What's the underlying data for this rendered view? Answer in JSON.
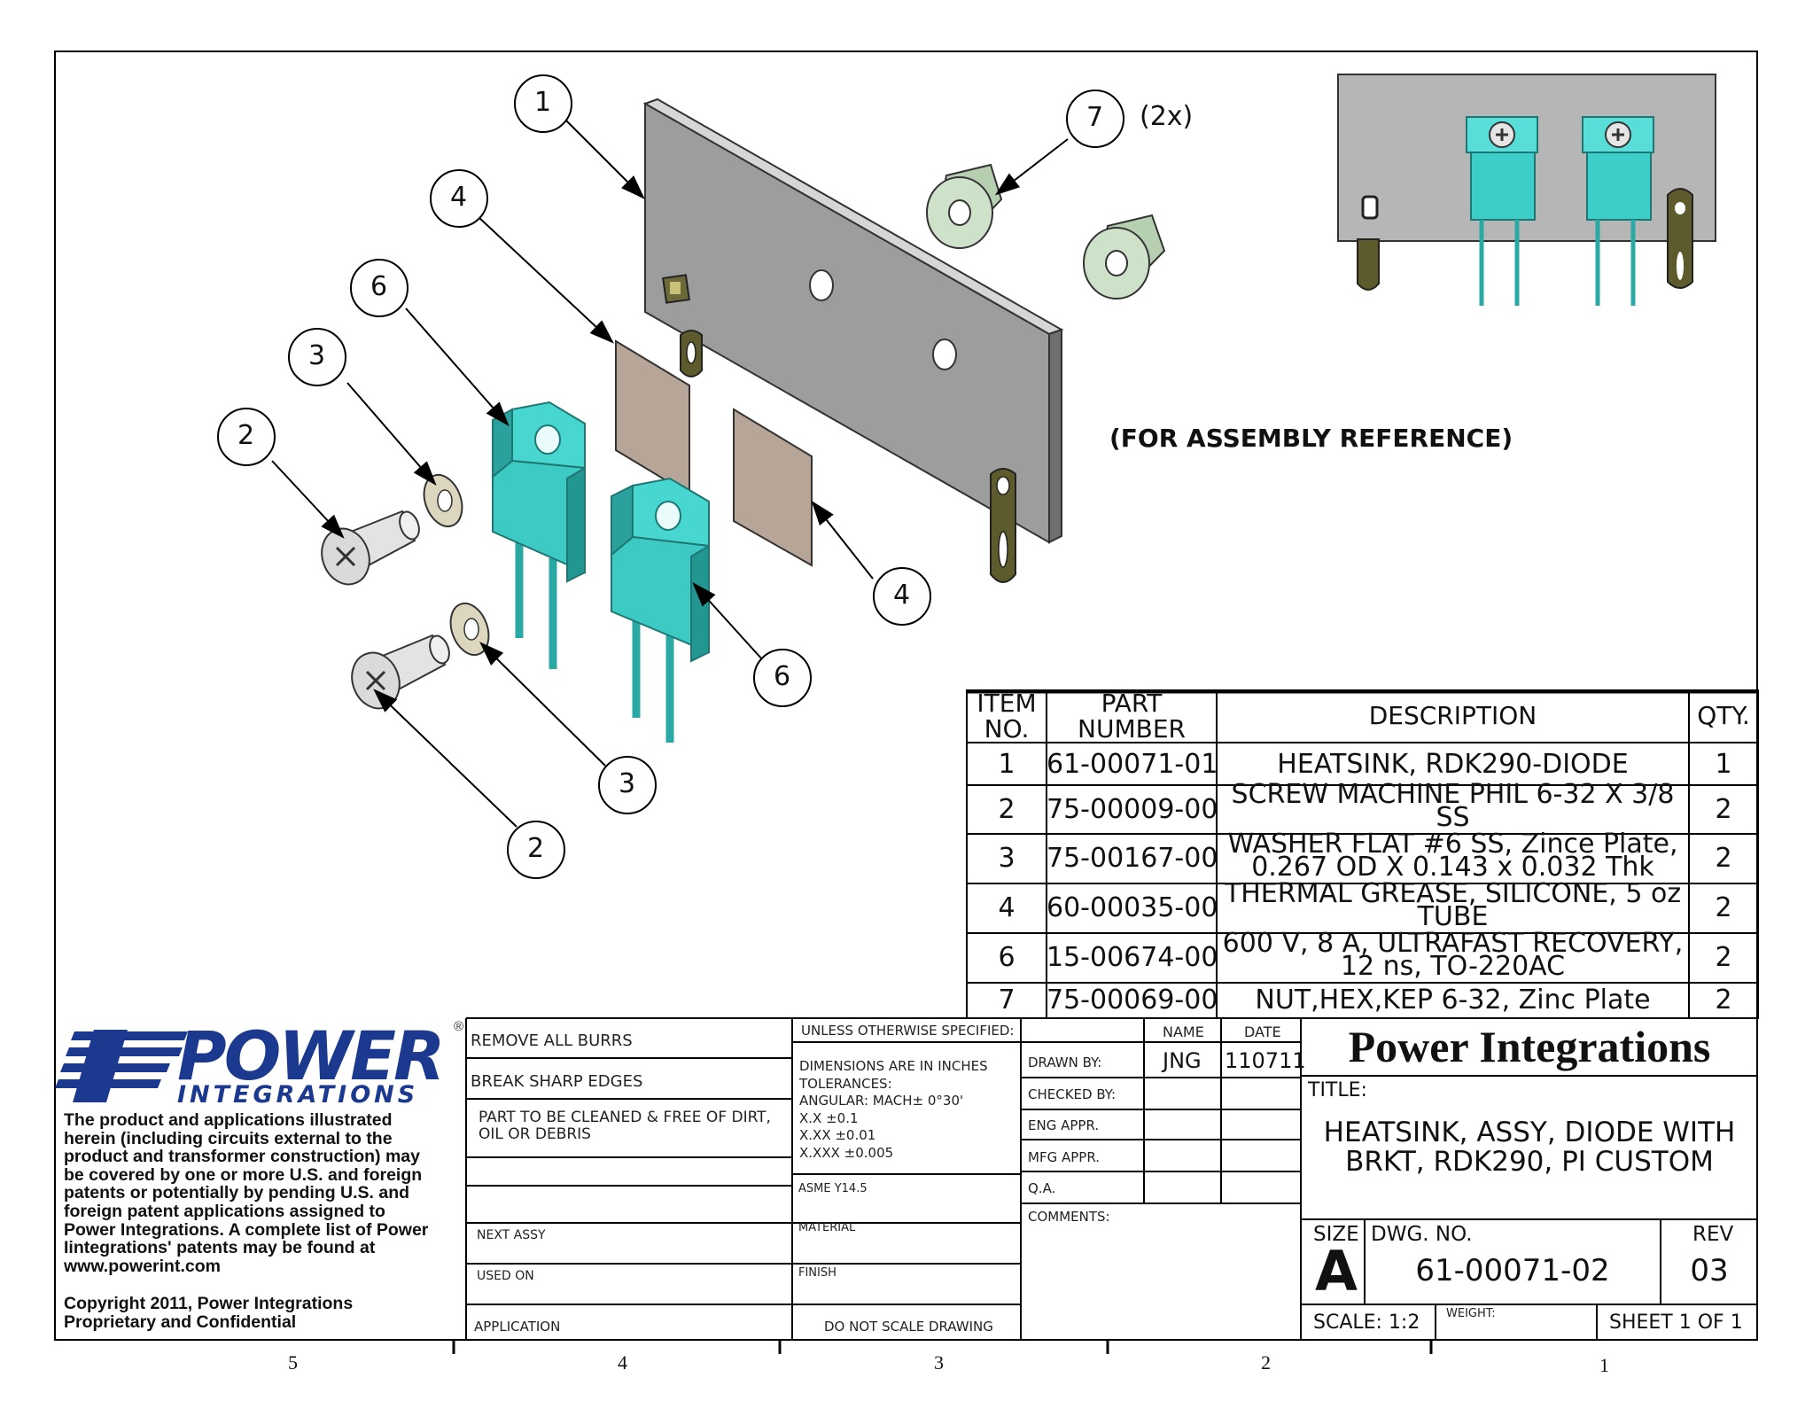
{
  "diagram": {
    "balloons": [
      "1",
      "4",
      "6",
      "3",
      "2",
      "7",
      "4",
      "6",
      "3",
      "2"
    ],
    "qty_note": "(2x)",
    "assembly_note": "(FOR ASSEMBLY REFERENCE)"
  },
  "bom": {
    "headers": {
      "item": "ITEM",
      "item2": "NO.",
      "part": "PART",
      "part2": "NUMBER",
      "description": "DESCRIPTION",
      "qty": "QTY."
    },
    "rows": [
      {
        "item": "1",
        "part": "61-00071-01",
        "desc1": "HEATSINK, RDK290-DIODE",
        "desc2": "",
        "qty": "1"
      },
      {
        "item": "2",
        "part": "75-00009-00",
        "desc1": "SCREW MACHINE PHIL 6-32 X 3/8",
        "desc2": "SS",
        "qty": "2"
      },
      {
        "item": "3",
        "part": "75-00167-00",
        "desc1": "WASHER FLAT #6 SS, Zince Plate,",
        "desc2": "0.267 OD X 0.143 x 0.032 Thk",
        "qty": "2"
      },
      {
        "item": "4",
        "part": "60-00035-00",
        "desc1": "THERMAL GREASE, SILICONE, 5 oz",
        "desc2": "TUBE",
        "qty": "2"
      },
      {
        "item": "6",
        "part": "15-00674-00",
        "desc1": "600 V, 8 A, ULTRAFAST RECOVERY,",
        "desc2": "12 ns, TO-220AC",
        "qty": "2"
      },
      {
        "item": "7",
        "part": "75-00069-00",
        "desc1": "NUT,HEX,KEP 6-32, Zinc Plate",
        "desc2": "",
        "qty": "2"
      }
    ]
  },
  "logo": {
    "name": "POWER",
    "sub": "INTEGRATIONS",
    "registered": "®",
    "disclaimer": [
      "The product and applications illustrated",
      "herein (including circuits external to the",
      "product and transformer construction) may",
      "be covered by one or more U.S. and foreign",
      "patents or potentially by pending U.S. and",
      "foreign patent applications assigned to",
      "Power Integrations. A complete list of Power",
      "Iintegrations' patents may be found at",
      "www.powerint.com"
    ],
    "copyright": [
      "Copyright 2011, Power Integrations",
      "Proprietary and Confidential"
    ]
  },
  "notes": {
    "n1": "REMOVE ALL BURRS",
    "n2": "BREAK SHARP EDGES",
    "n3a": "PART TO BE CLEANED & FREE OF DIRT,",
    "n3b": "OIL OR DEBRIS",
    "next_assy": "NEXT ASSY",
    "used_on": "USED ON",
    "application": "APPLICATION"
  },
  "spec": {
    "unless": "UNLESS OTHERWISE SPECIFIED:",
    "dims": "DIMENSIONS ARE IN INCHES",
    "tol": "TOLERANCES:",
    "angular": "ANGULAR: MACH±  0°30'",
    "x1": "X.X  ±0.1",
    "x2": "X.XX  ±0.01",
    "x3": "X.XXX  ±0.005",
    "asme": "ASME Y14.5",
    "material": "MATERIAL",
    "finish": "FINISH",
    "noscale": "DO NOT SCALE DRAWING"
  },
  "approvals": {
    "name_hdr": "NAME",
    "date_hdr": "DATE",
    "drawn": "DRAWN BY:",
    "drawn_name": "JNG",
    "drawn_date": "110711",
    "checked": "CHECKED BY:",
    "eng": "ENG APPR.",
    "mfg": "MFG APPR.",
    "qa": "Q.A.",
    "comments": "COMMENTS:"
  },
  "title_block": {
    "company": "Power Integrations",
    "title_label": "TITLE:",
    "title1": "HEATSINK, ASSY, DIODE WITH",
    "title2": "BRKT, RDK290, PI CUSTOM",
    "size_label": "SIZE",
    "size": "A",
    "dwg_label": "DWG.  NO.",
    "dwg_no": "61-00071-02",
    "rev_label": "REV",
    "rev": "03",
    "scale": "SCALE: 1:2",
    "weight": "WEIGHT:",
    "sheet": "SHEET 1 OF 1"
  },
  "zones": [
    "5",
    "4",
    "3",
    "2",
    "1"
  ],
  "colors": {
    "teal": "#3ccfca",
    "teal_dark": "#23a19c",
    "plate": "#9c9c9c",
    "plate_top": "#cfcfcf",
    "pad": "#b8a597",
    "nut": "#c9dfc4",
    "logo_blue": "#1b3a8f",
    "bracket": "#4a4a28"
  }
}
